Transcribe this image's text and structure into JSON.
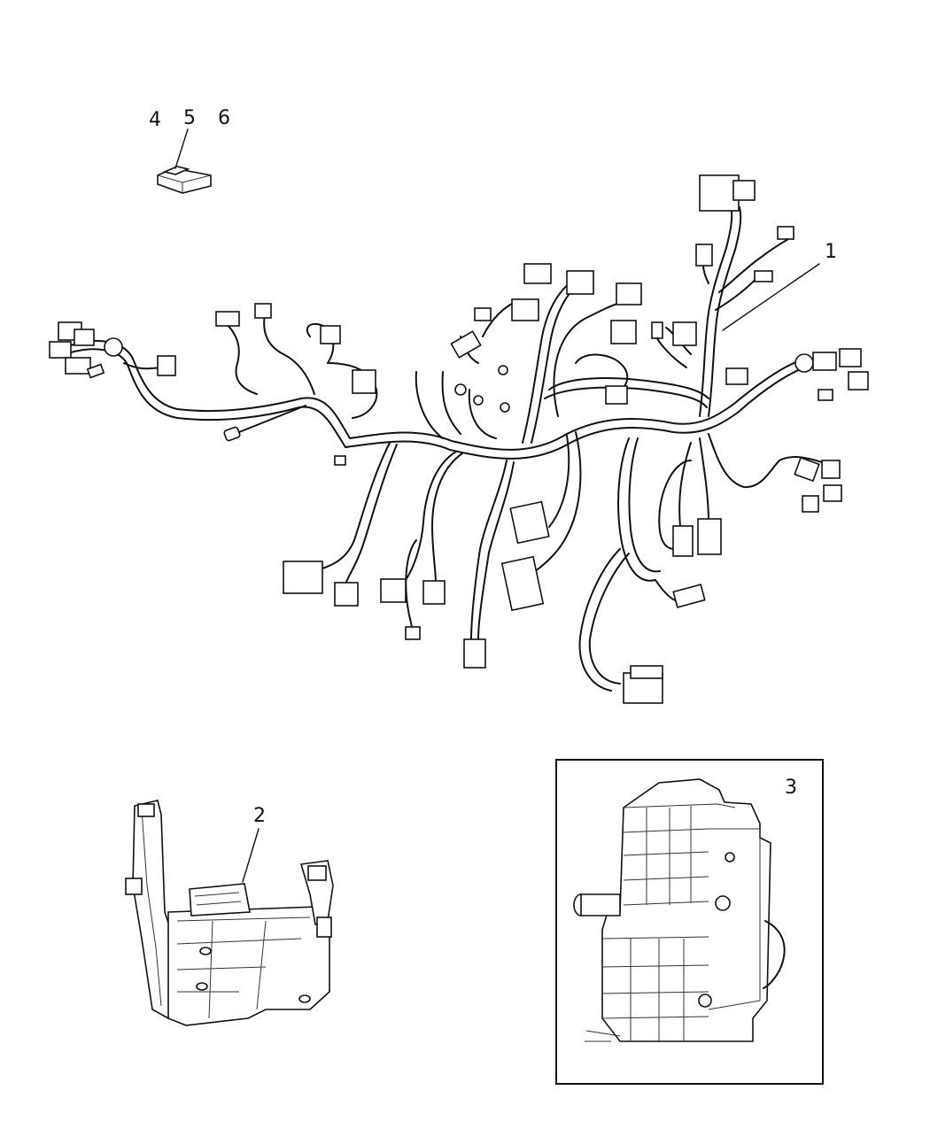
{
  "diagram": {
    "callouts": [
      {
        "id": "callout-4",
        "label": "4"
      },
      {
        "id": "callout-5",
        "label": "5"
      },
      {
        "id": "callout-6",
        "label": "6"
      },
      {
        "id": "callout-1",
        "label": "1"
      },
      {
        "id": "callout-2",
        "label": "2"
      },
      {
        "id": "callout-3",
        "label": "3"
      }
    ]
  }
}
